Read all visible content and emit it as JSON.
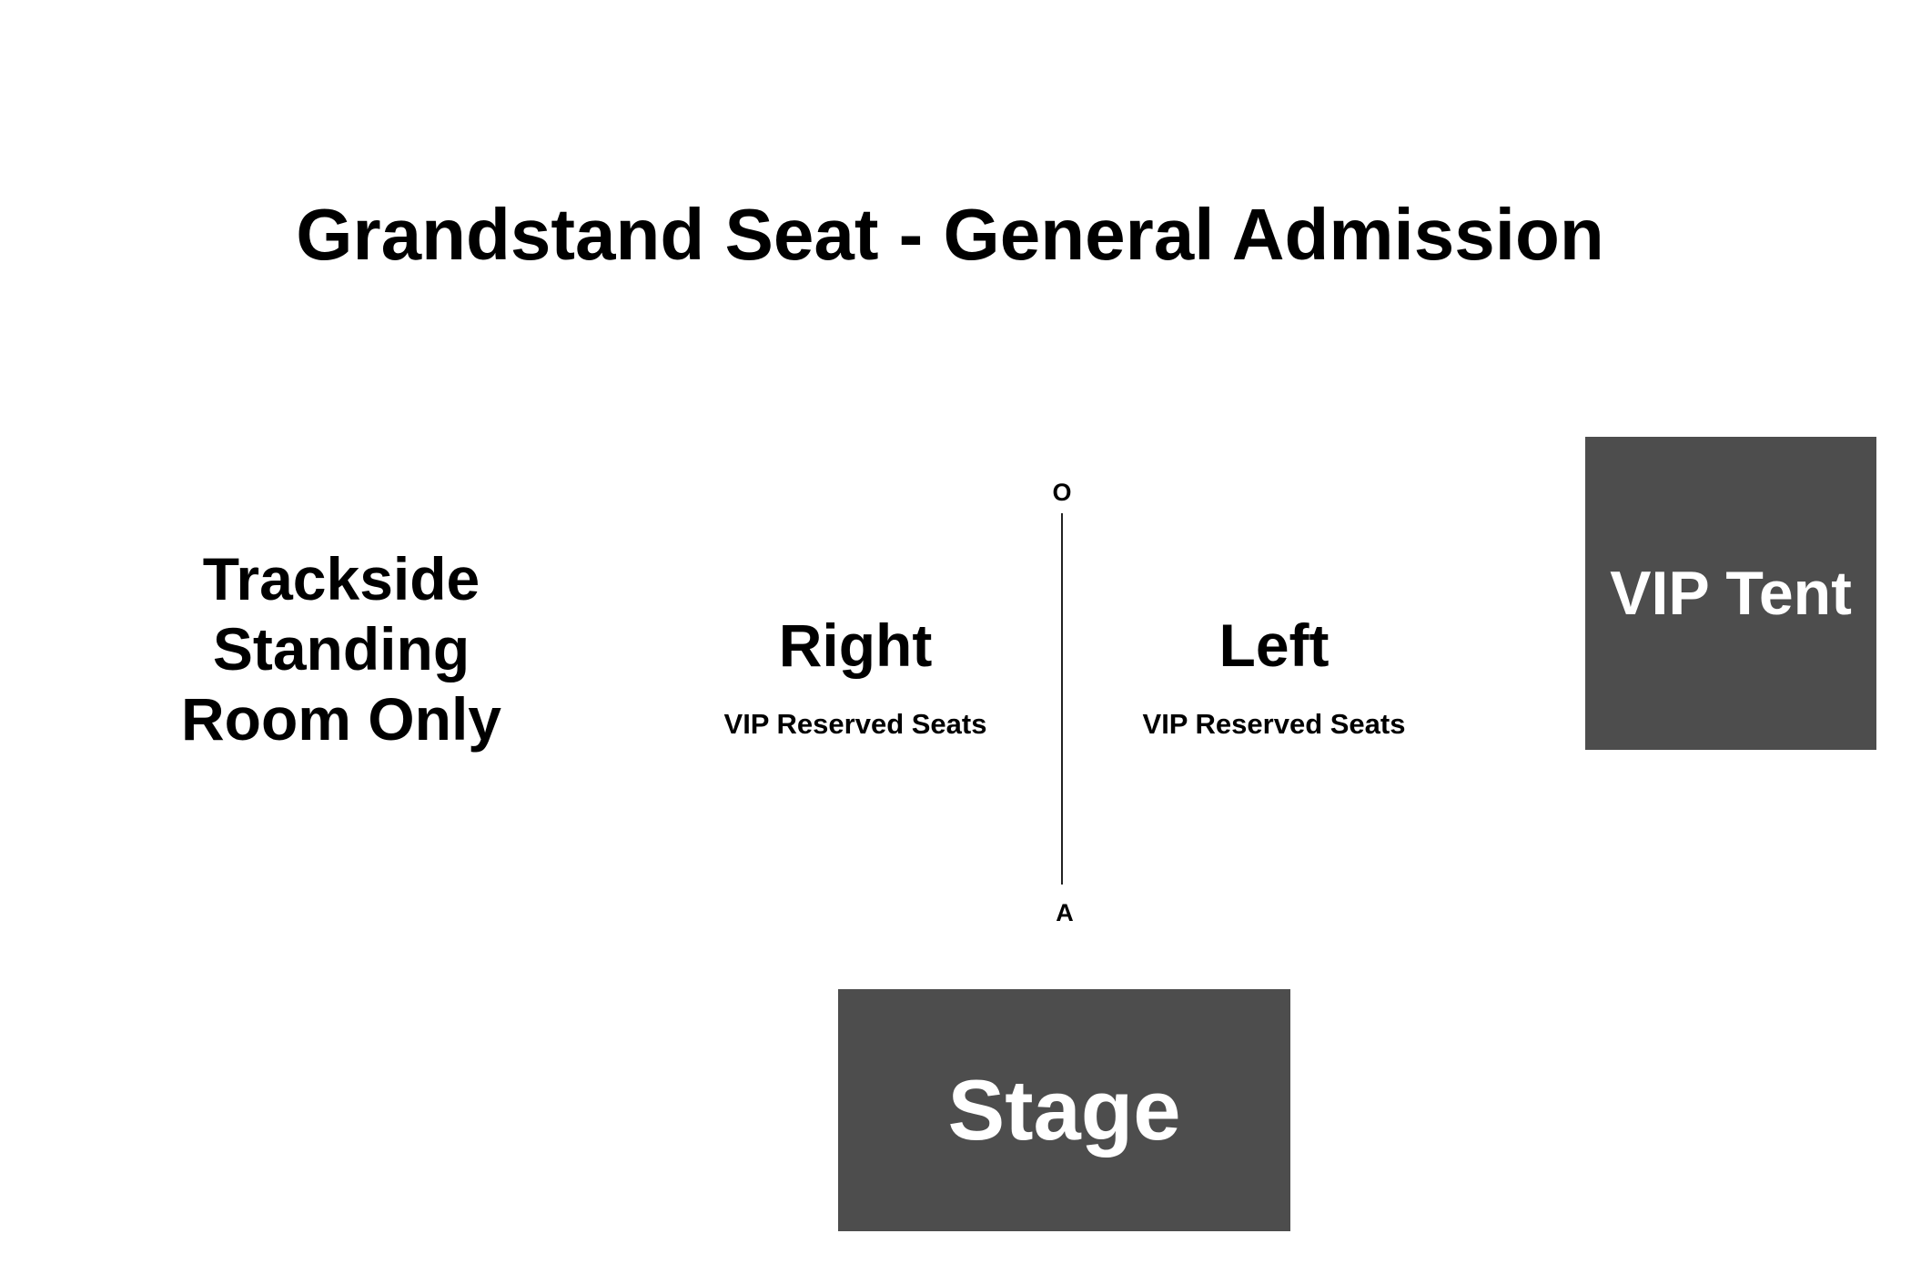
{
  "title": "Grandstand Seat - General Admission",
  "areas": {
    "trackside": "Trackside Standing Room Only",
    "right": {
      "name": "Right",
      "subtitle": "VIP Reserved Seats"
    },
    "left": {
      "name": "Left",
      "subtitle": "VIP Reserved Seats"
    },
    "vip_tent": "VIP Tent",
    "stage": "Stage"
  },
  "rows": {
    "top": "O",
    "bottom": "A"
  },
  "colors": {
    "block_fill": "#4d4d4d",
    "block_text": "#ffffff",
    "text": "#000000",
    "background": "#ffffff"
  }
}
